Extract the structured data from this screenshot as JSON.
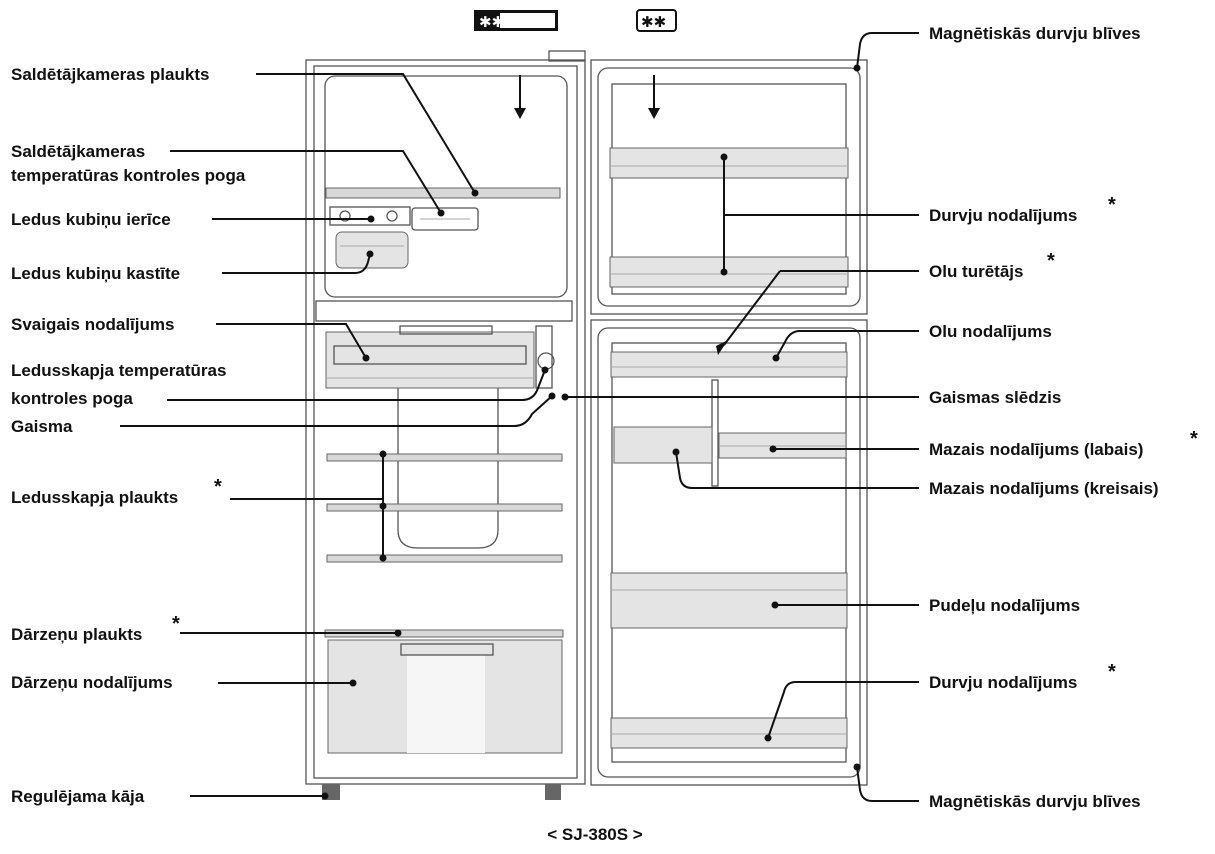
{
  "badges": {
    "freezer_mark": "✱✱✱✱",
    "door_mark": "✱✱"
  },
  "caption": "< SJ-380S >",
  "labels": {
    "freezer_shelf": "Saldētājkameras plaukts",
    "freezer_temp_line1": "Saldētājkameras",
    "freezer_temp_line2": "temperatūras kontroles poga",
    "ice_maker": "Ledus kubiņu ierīce",
    "ice_box": "Ledus kubiņu kastīte",
    "fresh_compartment": "Svaigais nodalījums",
    "fridge_temp_line1": "Ledusskapja temperatūras",
    "fridge_temp_line2": "kontroles poga",
    "light": "Gaisma",
    "fridge_shelf": "Ledusskapja plaukts",
    "veg_shelf": "Dārzeņu plaukts",
    "veg_compartment": "Dārzeņu nodalījums",
    "adjustable_foot": "Regulējama kāja",
    "door_seal_top": "Magnētiskās durvju blīves",
    "door_compartment_top": "Durvju nodalījums",
    "beer_holder": "Olu turētājs",
    "egg_compartment": "Olu nodalījums",
    "light_switch": "Gaismas slēdzis",
    "small_right": "Mazais nodalījums (labais)",
    "small_left": "Mazais nodalījums (kreisais)",
    "bottle_compartment": "Pudeļu nodalījums",
    "door_compartment_bottom": "Durvju nodalījums",
    "door_seal_bottom": "Magnētiskās durvju blīves"
  },
  "asterisk": "*"
}
